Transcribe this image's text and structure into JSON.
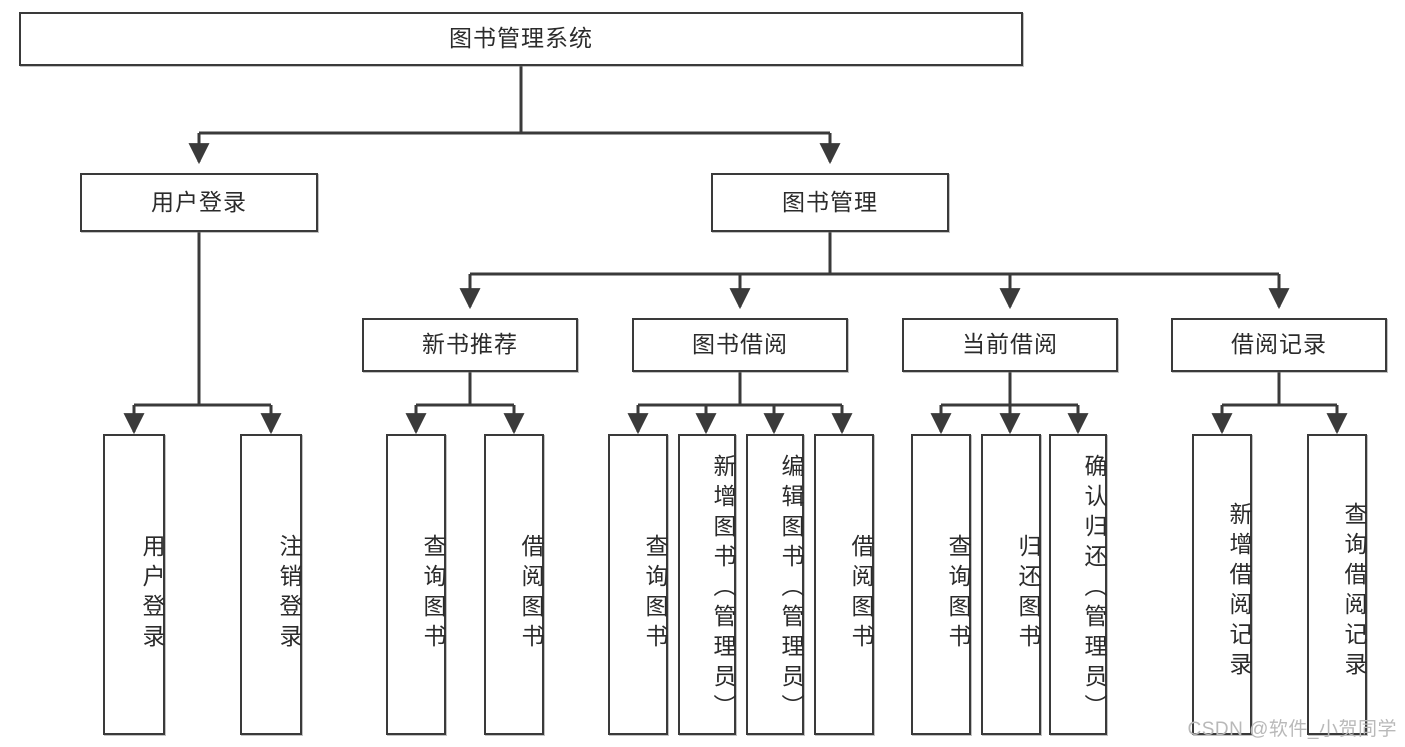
{
  "diagram": {
    "title": "图书管理系统",
    "type": "hierarchy-tree",
    "style": {
      "box_fill": "#ffffff",
      "box_stroke": "#3a3a3a",
      "text_color": "#2b2b2b",
      "line_color": "#3a3a3a"
    },
    "levels": {
      "root": {
        "label": "图书管理系统"
      },
      "level2": [
        {
          "label": "用户登录"
        },
        {
          "label": "图书管理"
        }
      ],
      "level3": [
        {
          "label": "新书推荐"
        },
        {
          "label": "图书借阅"
        },
        {
          "label": "当前借阅"
        },
        {
          "label": "借阅记录"
        }
      ],
      "leaves": {
        "user_login": [
          {
            "label": "用户登录"
          },
          {
            "label": "注销登录"
          }
        ],
        "new_book_recommend": [
          {
            "label": "查询图书"
          },
          {
            "label": "借阅图书"
          }
        ],
        "book_borrow": [
          {
            "label": "查询图书"
          },
          {
            "label": "新增图书（管理员）"
          },
          {
            "label": "编辑图书（管理员）"
          },
          {
            "label": "借阅图书"
          }
        ],
        "current_borrow": [
          {
            "label": "查询图书"
          },
          {
            "label": "归还图书"
          },
          {
            "label": "确认归还（管理员）"
          }
        ],
        "borrow_record": [
          {
            "label": "新增借阅记录"
          },
          {
            "label": "查询借阅记录"
          }
        ]
      }
    }
  },
  "watermark": {
    "text": "CSDN @软件_小贺同学"
  }
}
